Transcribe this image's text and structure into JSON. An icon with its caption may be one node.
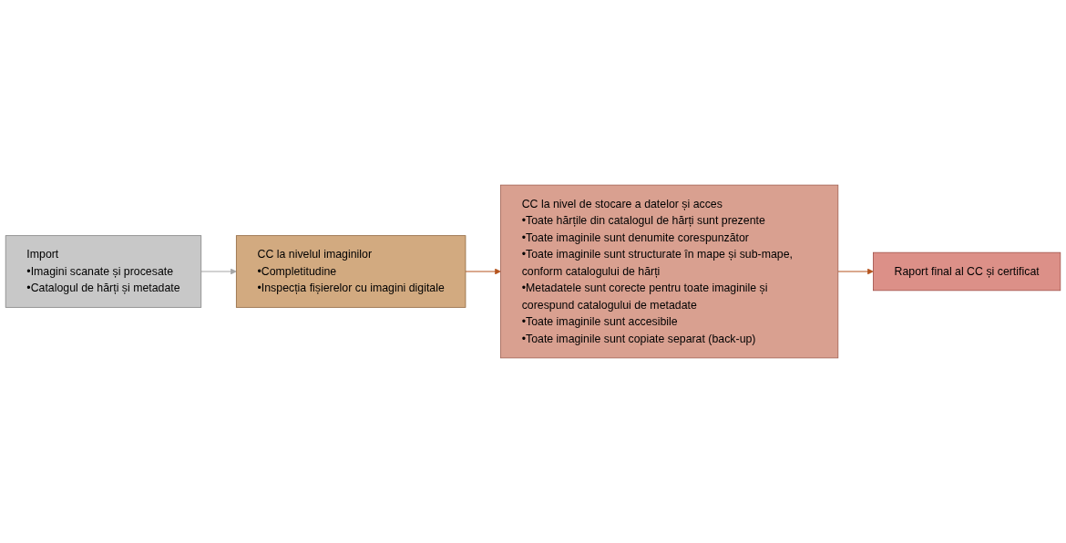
{
  "diagram": {
    "nodes": [
      {
        "text": [
          "Import",
          "•Imagini scanate și procesate",
          "•Catalogul de hărți și metadate"
        ]
      },
      {
        "text": [
          "CC la nivelul imaginilor",
          "•Completitudine",
          "•Inspecția fișierelor cu imagini digitale"
        ]
      },
      {
        "text": [
          "CC la nivel de stocare a datelor și acces",
          "•Toate hărțile din catalogul de hărți sunt prezente",
          "•Toate imaginile sunt denumite corespunzător",
          "•Toate imaginile sunt structurate în mape și sub-mape, conform catalogului de hărți",
          "•Metadatele sunt corecte pentru toate imaginile și corespund catalogului de metadate",
          "•Toate imaginile sunt accesibile",
          "•Toate imaginile sunt copiate separat (back-up)"
        ]
      },
      {
        "text": [
          "Raport final al CC și certificat"
        ]
      }
    ],
    "edges": [
      {
        "from": 0,
        "to": 1,
        "arrow": "to",
        "color": "#a6a6a6"
      },
      {
        "from": 1,
        "to": 2,
        "arrow": "to"
      },
      {
        "from": 2,
        "to": 3,
        "arrow": "to"
      }
    ]
  }
}
